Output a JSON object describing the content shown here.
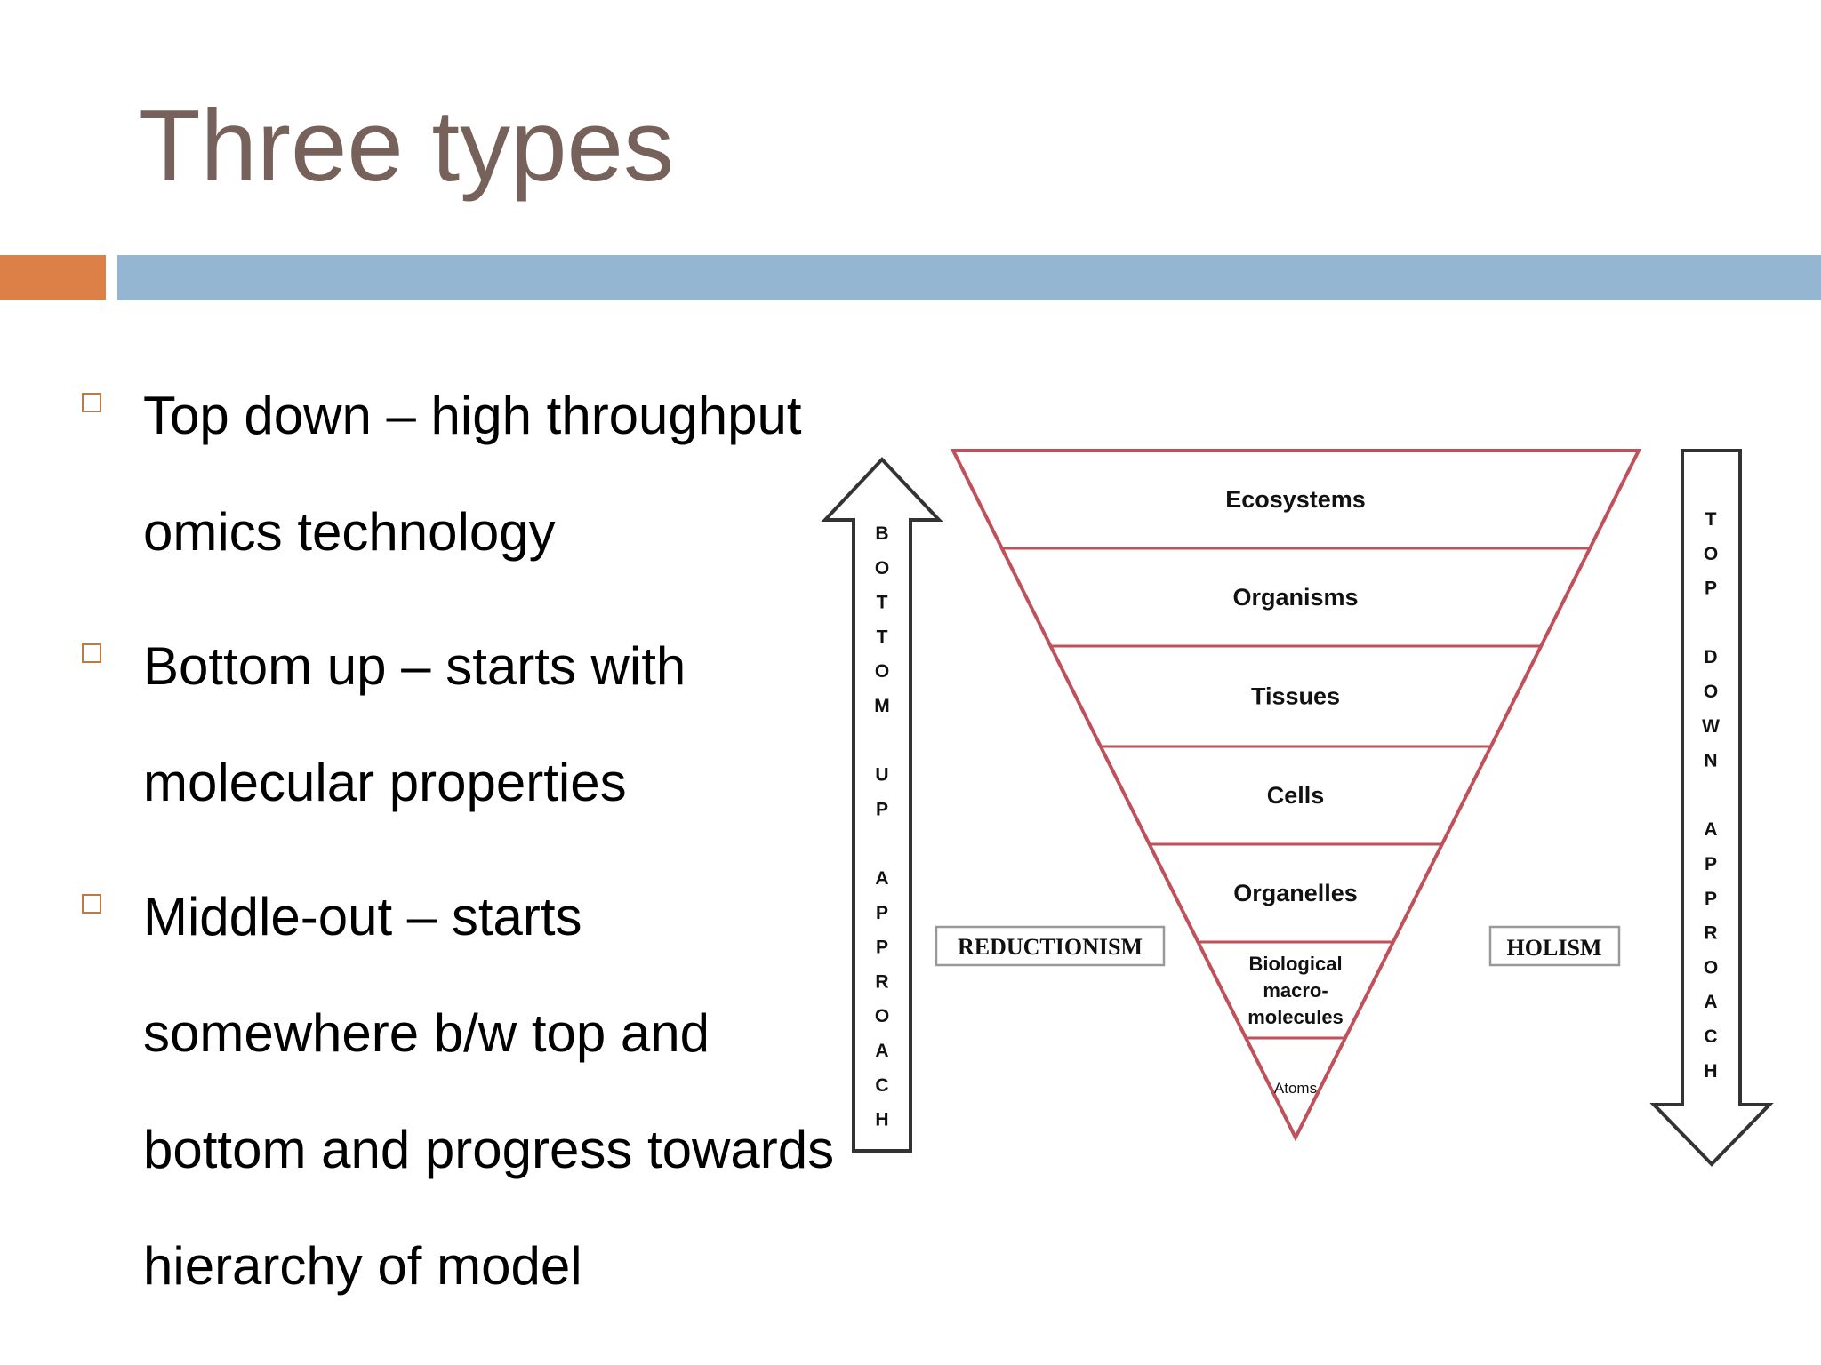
{
  "slide": {
    "title": "Three types",
    "bullets": [
      "Top down – high throughput omics technology",
      "Bottom up – starts with molecular properties",
      "Middle-out – starts somewhere b/w top and bottom and progress towards hierarchy of model"
    ]
  },
  "diagram": {
    "levels": [
      "Ecosystems",
      "Organisms",
      "Tissues",
      "Cells",
      "Organelles",
      "Biological macro-molecules",
      "Atoms"
    ],
    "left_label": "REDUCTIONISM",
    "right_label": "HOLISM",
    "up_arrow_text": "BOTTOM UP APPROACH",
    "down_arrow_text": "TOP DOWN APPROACH"
  },
  "colors": {
    "title": "#76625a",
    "accent_orange": "#dd8047",
    "accent_blue": "#94b6d2",
    "pyramid_line": "#c0505a",
    "bullet_marker": "#c07a3d"
  },
  "icons": {
    "bullet": "hollow-square-icon",
    "up_arrow": "arrow-up-icon",
    "down_arrow": "arrow-down-icon"
  }
}
